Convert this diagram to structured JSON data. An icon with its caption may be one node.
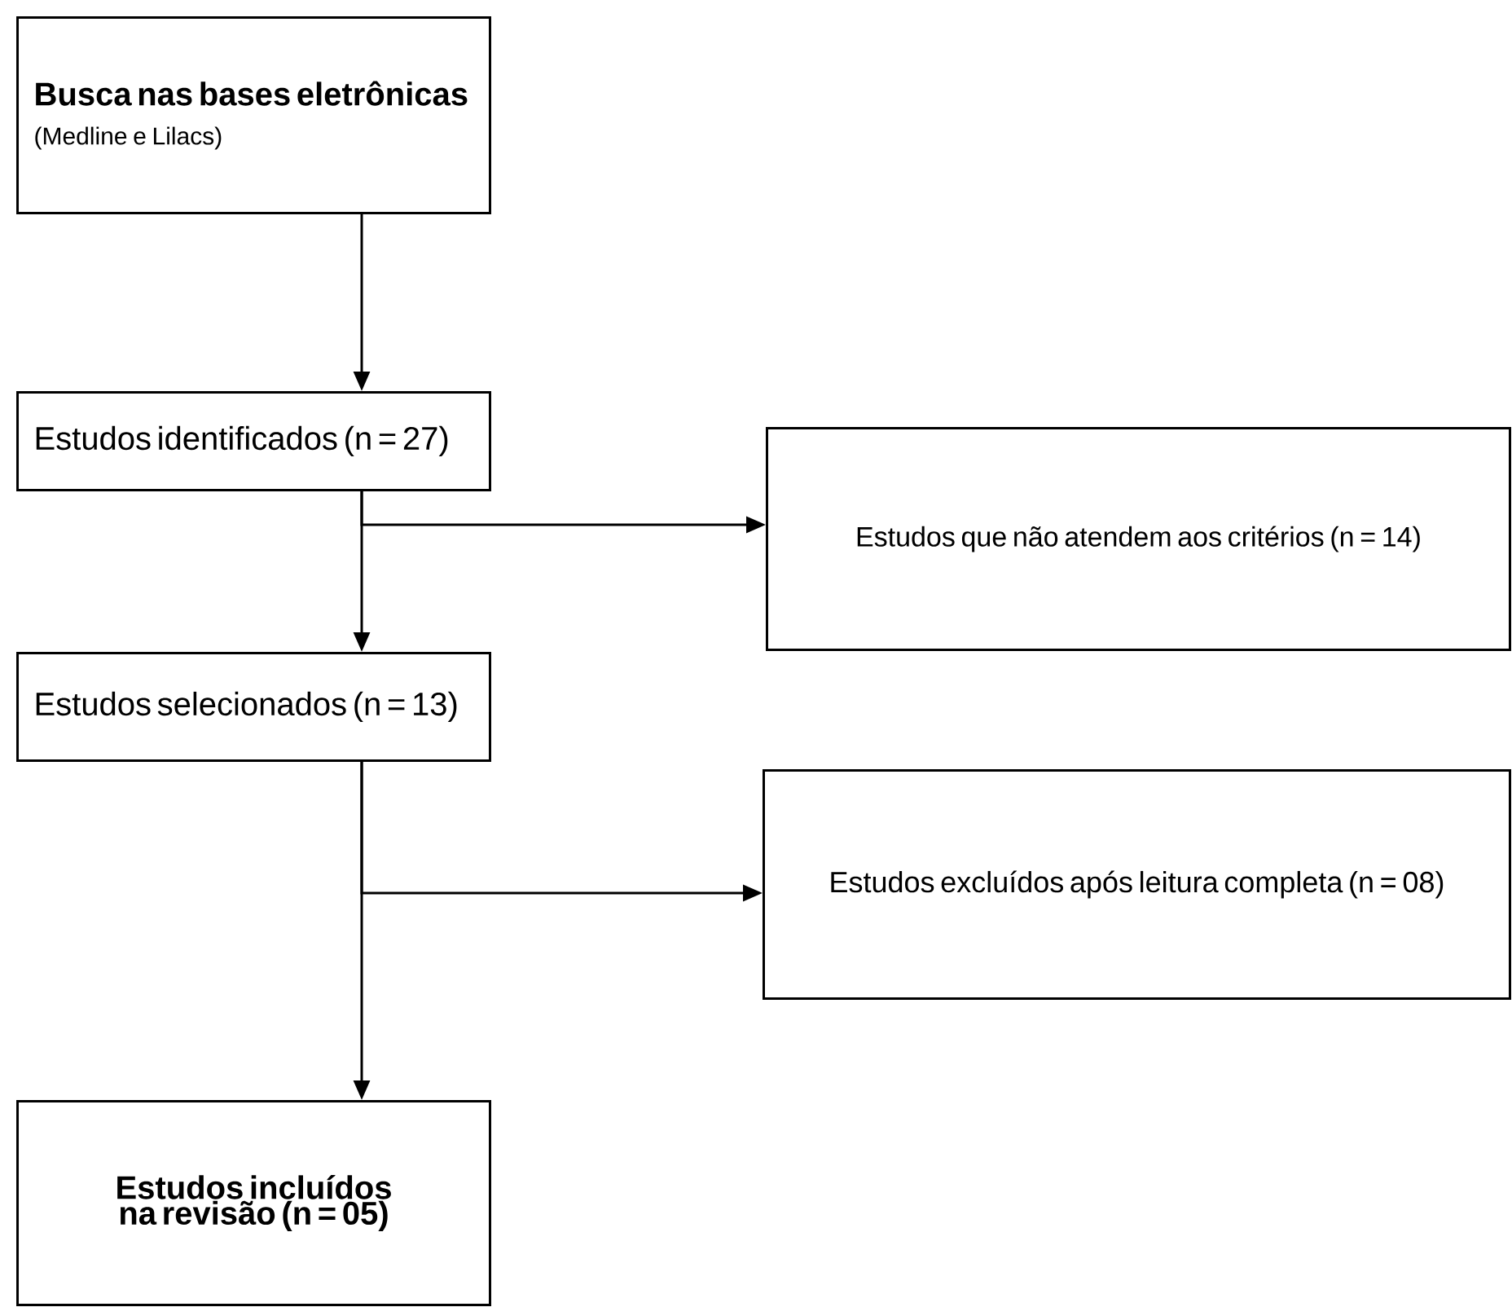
{
  "diagram": {
    "nodes": [
      {
        "text": [
          "Busca nas bases eletrônicas",
          "(Medline e Lilacs)"
        ]
      },
      {
        "text": [
          "Estudos identificados (n = 27)"
        ]
      },
      {
        "text": [
          "Estudos que não atendem aos critérios (n = 14)"
        ]
      },
      {
        "text": [
          "Estudos selecionados (n = 13)"
        ]
      },
      {
        "text": [
          "Estudos excluídos após leitura completa (n = 08)"
        ]
      },
      {
        "text": [
          "Estudos incluídos na revisão (n = 05)"
        ]
      }
    ],
    "edges": [
      {
        "from": 0,
        "to": 1,
        "arrow": "to"
      },
      {
        "from": 1,
        "to": 2,
        "arrow": "to"
      },
      {
        "from": 1,
        "to": 3,
        "arrow": "to"
      },
      {
        "from": 3,
        "to": 4,
        "arrow": "to"
      },
      {
        "from": 3,
        "to": 5,
        "arrow": "to"
      }
    ]
  }
}
